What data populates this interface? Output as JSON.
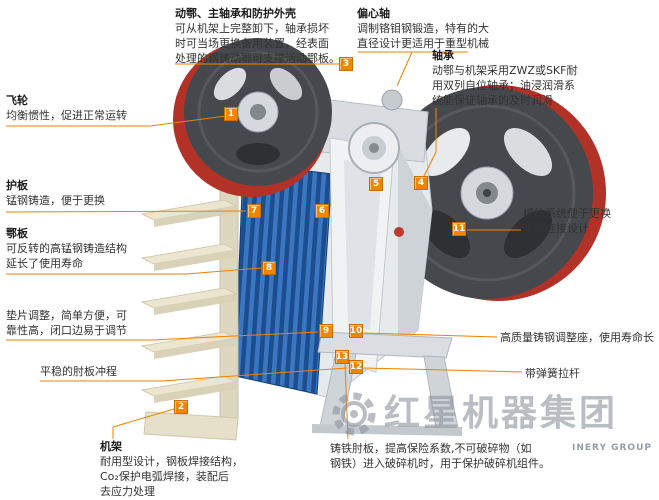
{
  "callouts": {
    "moving_jaw": {
      "title": "动鄂、主轴承和防护外壳",
      "lines": [
        "可从机架上完整卸下，轴承损坏",
        "时可当场更换备用装置，经表面",
        "处理的钢铸动鄂可支撑活动鄂板。"
      ]
    },
    "eccentric_shaft": {
      "title": "偏心轴",
      "lines": [
        "调制铬钼钢锻造，特有的大",
        "直径设计更适用于重型机械"
      ]
    },
    "bearing": {
      "title": "轴承",
      "lines": [
        "动鄂与机架采用ZWZ或SKF耐",
        "用双列自位轴承；油浸润滑系",
        "统能保证轴承的及时润滑"
      ]
    },
    "flywheel": {
      "title": "飞轮",
      "lines": [
        "均衡惯性，促进正常运转"
      ]
    },
    "guard_plate": {
      "title": "护板",
      "lines": [
        "锰钢铸造，便于更换"
      ]
    },
    "jaw_plate": {
      "title": "鄂板",
      "lines": [
        "可反转的高锰钢铸造结构",
        "延长了使用寿命"
      ]
    },
    "shim_adjust": {
      "lines": [
        "垫片调整，简单方便，可",
        "靠性高，闭口边易于调节"
      ]
    },
    "toggle_stroke": {
      "lines": [
        "平稳的肘板冲程"
      ]
    },
    "frame": {
      "title": "机架",
      "lines": [
        "耐用型设计，钢板焊接结构，",
        "Co₂保护电弧焊接，装配后",
        "去应力处理"
      ]
    },
    "module_system": {
      "lines": [
        "模块系统便于更换",
        "无键连接设计"
      ]
    },
    "adjust_seat": {
      "lines": [
        "高质量铸钢调整座，使用寿命长"
      ]
    },
    "spring_rod": {
      "lines": [
        "带弹簧拉杆"
      ]
    },
    "toggle_plate": {
      "lines": [
        "铸铁肘板，提高保险系数,不可破碎物（如",
        "钢铁）进入破碎机时，用于保护破碎机组件。"
      ]
    }
  },
  "markers": [
    "1",
    "2",
    "3",
    "4",
    "5",
    "6",
    "7",
    "8",
    "9",
    "10",
    "11",
    "12",
    "13"
  ],
  "watermark": {
    "brand": "红星机器集团",
    "latin": "INERY GROUP"
  },
  "colors": {
    "leader_line": "#ee8200",
    "marker": "#f18500",
    "flywheel_red": "#b23228",
    "jaw_blue": "#2d66ae",
    "stand_beige": "#ece6d1"
  }
}
